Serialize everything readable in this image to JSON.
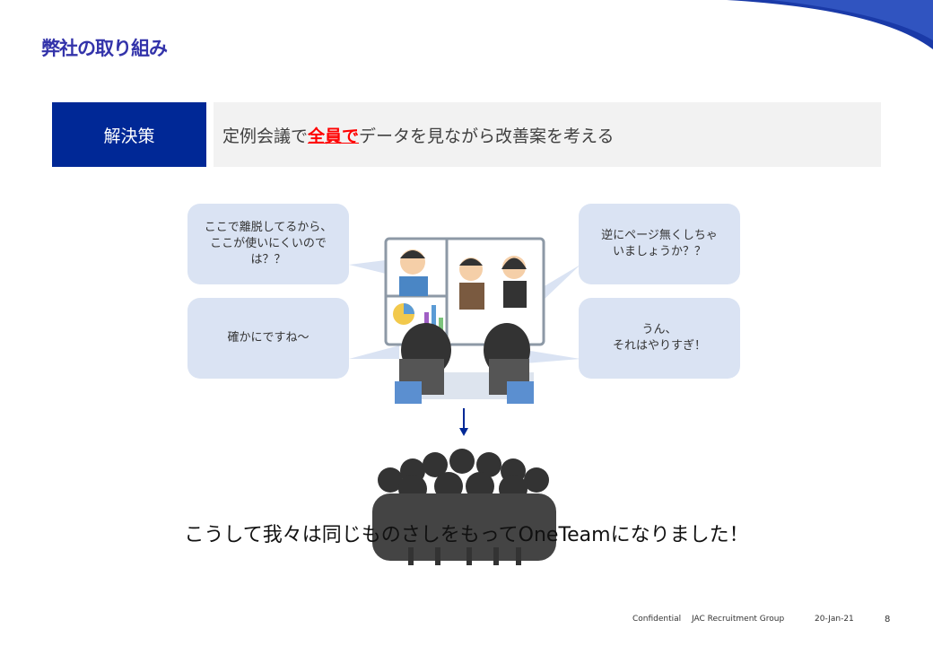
{
  "title": "弊社の取り組み",
  "solution": {
    "label": "解決策",
    "text_before": "定例会議で",
    "text_emphasis": "全員で",
    "text_after": "データを見ながら改善案を考える"
  },
  "bubbles": [
    "ここで離脱してるから、\nここが使いにくいので\nは？？",
    "確かにですね〜",
    "逆にページ無くしちゃ\nいましょうか？？",
    "うん、\nそれはやりすぎ！"
  ],
  "conclusion": "こうして我々は同じものさしをもってOneTeamになりました！",
  "footer": {
    "confidential": "Confidential",
    "company": "JAC Recruitment Group",
    "date": "20-Jan-21",
    "page": "8"
  },
  "colors": {
    "accent": "#002896",
    "emphasis": "#ff0000",
    "bubble": "#dae3f3"
  }
}
